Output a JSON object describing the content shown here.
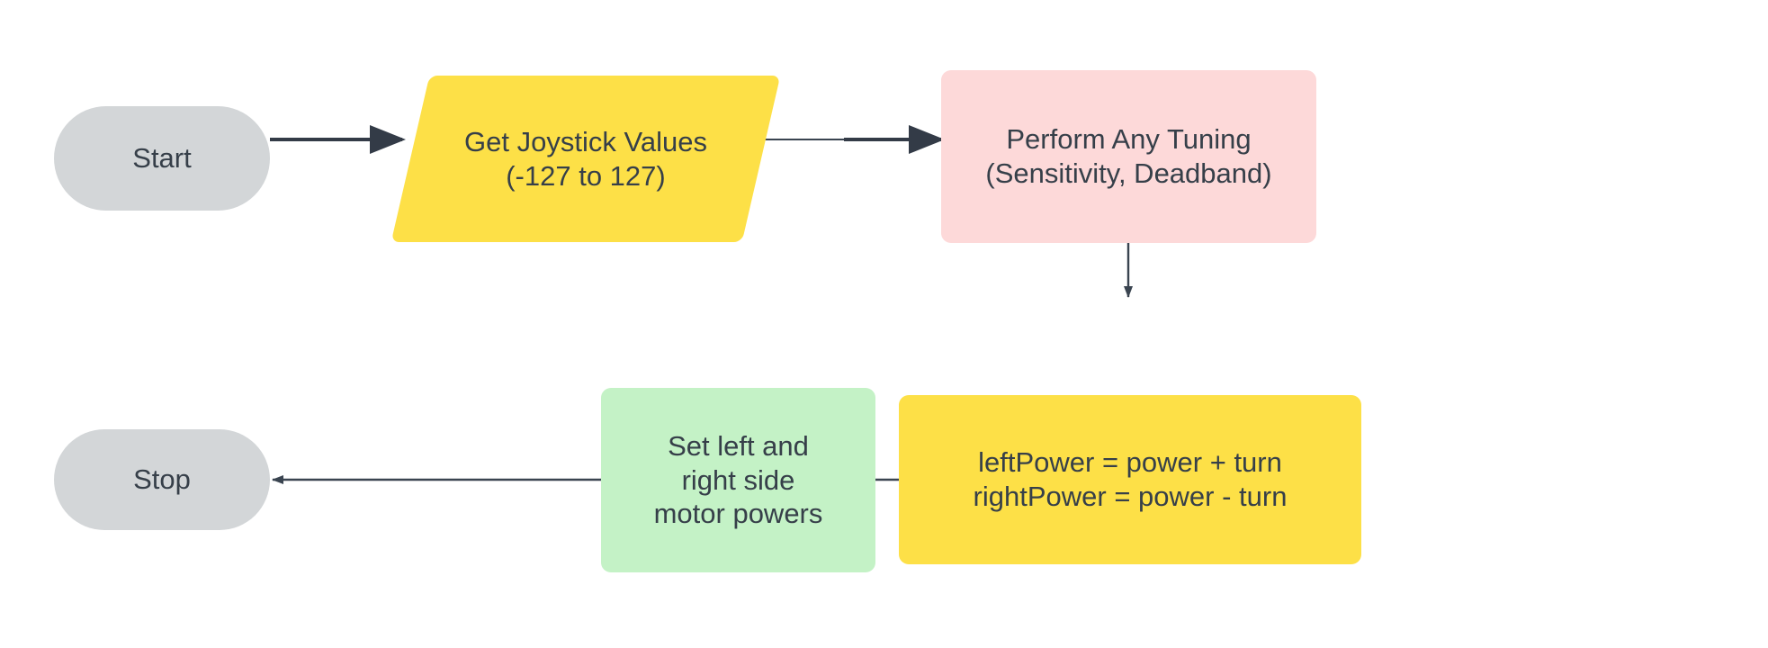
{
  "diagram": {
    "title": "Joystick Arcade Drive Flowchart",
    "background": "#ffffff",
    "text_color": "#363F49",
    "edge_color": "#333B47",
    "colors": {
      "terminator_gray": "#D3D6D8",
      "io_yellow": "#FDE047",
      "process_pink": "#FDD9D9",
      "process_green": "#C4F2C6",
      "process_yellow": "#FDE047"
    }
  },
  "nodes": [
    {
      "id": "start",
      "label": "Start",
      "shape": "stadium",
      "fill": "#D3D6D8"
    },
    {
      "id": "get-joystick-values",
      "label": "Get Joystick Values\n(-127 to 127)",
      "shape": "parallelogram",
      "fill": "#FDE047"
    },
    {
      "id": "perform-tuning",
      "label": "Perform Any Tuning\n(Sensitivity, Deadband)",
      "shape": "rounded-rect",
      "fill": "#FDD9D9"
    },
    {
      "id": "compute-powers",
      "label": "leftPower = power + turn\nrightPower = power - turn",
      "shape": "rounded-rect",
      "fill": "#FDE047"
    },
    {
      "id": "set-motor-powers",
      "label": "Set left and\nright side\nmotor powers",
      "shape": "rounded-rect",
      "fill": "#C4F2C6"
    },
    {
      "id": "stop",
      "label": "Stop",
      "shape": "stadium",
      "fill": "#D3D6D8"
    }
  ],
  "edges": [
    {
      "id": "e1",
      "from": "start",
      "to": "get-joystick-values",
      "label": "",
      "direction": "right"
    },
    {
      "id": "e2",
      "from": "get-joystick-values",
      "to": "perform-tuning",
      "label": "",
      "direction": "right"
    },
    {
      "id": "e3",
      "from": "perform-tuning",
      "to": "compute-powers",
      "label": "",
      "direction": "down"
    },
    {
      "id": "e4",
      "from": "compute-powers",
      "to": "set-motor-powers",
      "label": "",
      "direction": "left"
    },
    {
      "id": "e5",
      "from": "set-motor-powers",
      "to": "stop",
      "label": "",
      "direction": "left"
    }
  ]
}
